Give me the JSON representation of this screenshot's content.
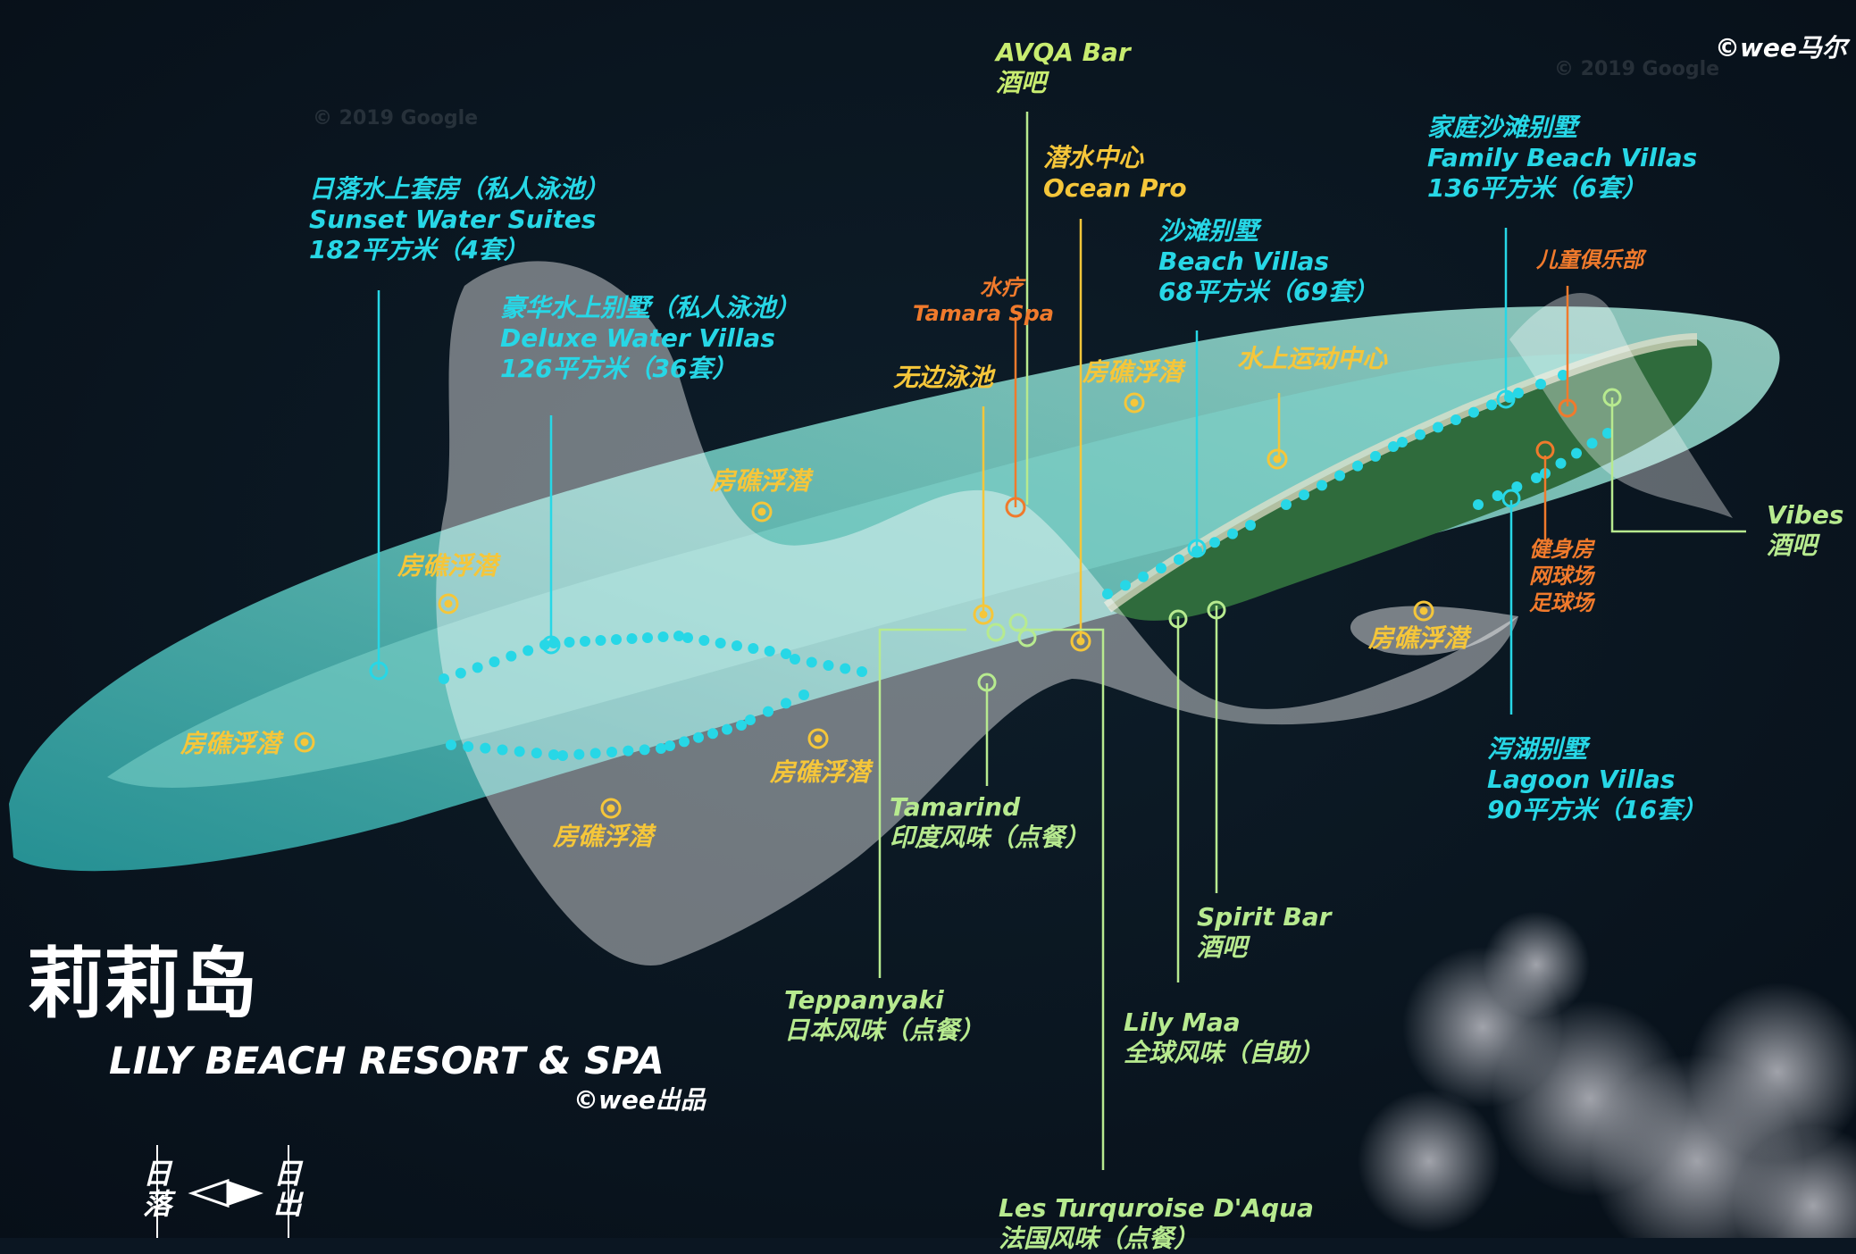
{
  "copyright_top": "©wee马尔",
  "title_cn": "莉莉岛",
  "title_en": "LILY BEACH RESORT & SPA",
  "credit": "©wee出品",
  "compass": {
    "left": "日落",
    "right": "日出"
  },
  "watermark": "© 2019 Google",
  "labels": {
    "avqa": {
      "l1": "AVQA Bar",
      "l2": "酒吧"
    },
    "dive": {
      "l1": "潜水中心",
      "l2": "Ocean Pro"
    },
    "sunset": {
      "l1": "日落水上套房（私人泳池）",
      "l2": "Sunset Water Suites",
      "l3": "182平方米（4套）"
    },
    "deluxe": {
      "l1": "豪华水上别墅（私人泳池）",
      "l2": "Deluxe Water Villas",
      "l3": "126平方米（36套）"
    },
    "family": {
      "l1": "家庭沙滩别墅",
      "l2": "Family Beach Villas",
      "l3": "136平方米（6套）"
    },
    "beach": {
      "l1": "沙滩别墅",
      "l2": "Beach Villas",
      "l3": "68平方米（69套）"
    },
    "spa": {
      "l1": "水疗",
      "l2": "Tamara Spa"
    },
    "kids": {
      "l1": "儿童俱乐部"
    },
    "pool": {
      "l1": "无边泳池"
    },
    "water_sports": {
      "l1": "水上运动中心"
    },
    "vibes": {
      "l1": "Vibes",
      "l2": "酒吧"
    },
    "gym": {
      "l1": "健身房",
      "l2": "网球场",
      "l3": "足球场"
    },
    "lagoon": {
      "l1": "泻湖别墅",
      "l2": "Lagoon Villas",
      "l3": "90平方米（16套）"
    },
    "tamarind": {
      "l1": "Tamarind",
      "l2": "印度风味（点餐）"
    },
    "spirit": {
      "l1": "Spirit Bar",
      "l2": "酒吧"
    },
    "teppanyaki": {
      "l1": "Teppanyaki",
      "l2": "日本风味（点餐）"
    },
    "lilymaa": {
      "l1": "Lily Maa",
      "l2": "全球风味（自助）"
    },
    "turquoise": {
      "l1": "Les Turquroise D'Aqua",
      "l2": "法国风味（点餐）"
    },
    "snorkel": "房礁浮潜"
  },
  "colors": {
    "cyan": "#27d7e6",
    "yellow": "#f5c63a",
    "orange": "#f07a2c",
    "green": "#b7ea8f",
    "lime": "#c8ec70"
  }
}
